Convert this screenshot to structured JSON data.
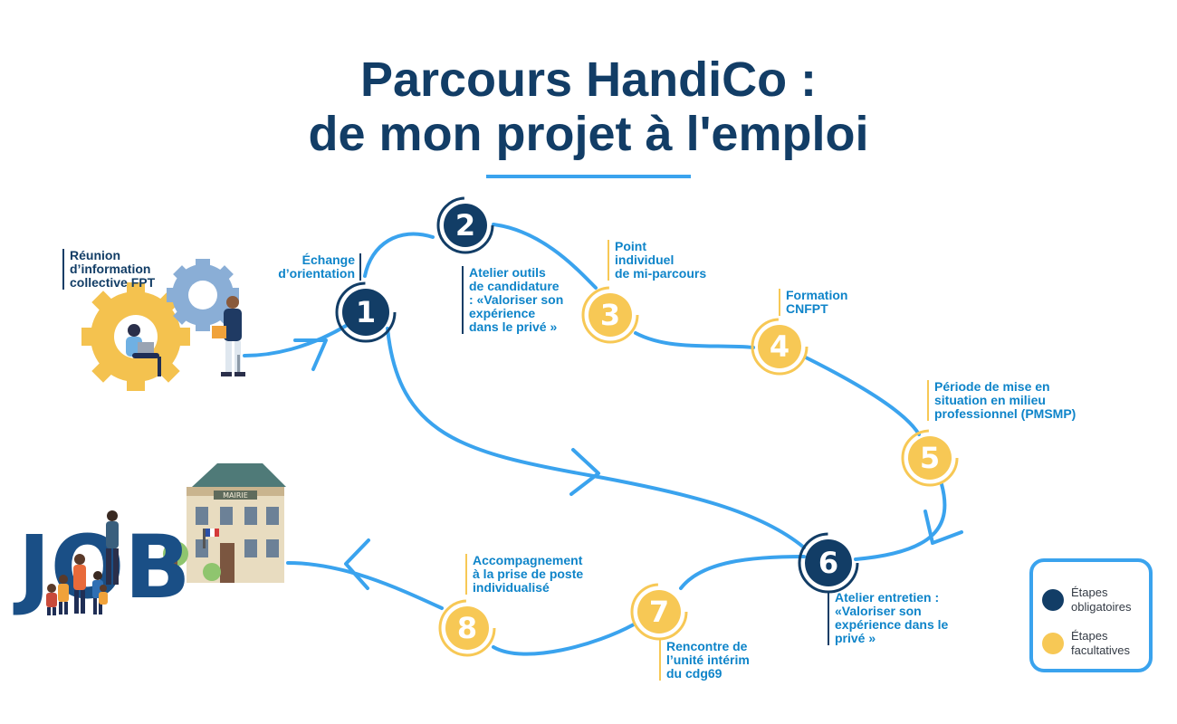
{
  "title": {
    "line1": "Parcours HandiCo :",
    "line2": "de mon projet à l'emploi"
  },
  "intro_label": [
    "Réunion",
    "d’information",
    "collective FPT"
  ],
  "steps": [
    {
      "number": "1",
      "type": "obligatoire",
      "label": [
        "Échange",
        "d’orientation"
      ]
    },
    {
      "number": "2",
      "type": "obligatoire",
      "label": [
        "Atelier outils",
        "de candidature",
        ": «Valoriser son",
        "expérience",
        "dans le privé »"
      ]
    },
    {
      "number": "3",
      "type": "facultative",
      "label": [
        "Point",
        "individuel",
        "de mi-parcours"
      ]
    },
    {
      "number": "4",
      "type": "facultative",
      "label": [
        "Formation",
        "CNFPT"
      ]
    },
    {
      "number": "5",
      "type": "facultative",
      "label": [
        "Période de mise en",
        "situation en milieu",
        "professionnel (PMSMP)"
      ]
    },
    {
      "number": "6",
      "type": "obligatoire",
      "label": [
        "Atelier entretien :",
        "«Valoriser son",
        "expérience dans le",
        "privé »"
      ]
    },
    {
      "number": "7",
      "type": "facultative",
      "label": [
        "Rencontre de",
        "l’unité intérim",
        "du cdg69"
      ]
    },
    {
      "number": "8",
      "type": "facultative",
      "label": [
        "Accompagnement",
        "à la prise de poste",
        "individualisé"
      ]
    }
  ],
  "illustration": {
    "job_word": "JOB",
    "building_sign": "MAIRIE"
  },
  "legend": {
    "items": [
      {
        "label": [
          "Étapes",
          "obligatoires"
        ]
      },
      {
        "label": [
          "Étapes",
          "facultatives"
        ]
      }
    ]
  },
  "colors": {
    "navy": "#123d66",
    "yellow": "#f7c855",
    "path_blue": "#3aa3ee",
    "label_blue": "#0e84c9"
  }
}
